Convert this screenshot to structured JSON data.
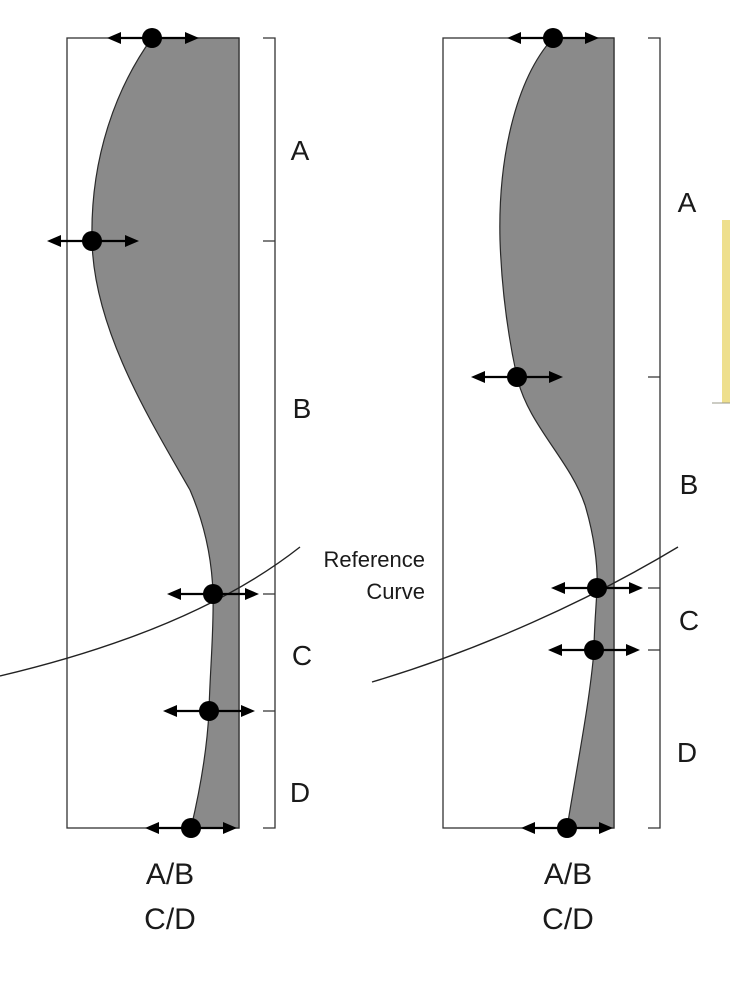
{
  "reference_label": [
    "Reference",
    "Curve"
  ],
  "left_panel": {
    "segments": [
      "A",
      "B",
      "C",
      "D"
    ],
    "caption": [
      "A/B",
      "C/D"
    ]
  },
  "right_panel": {
    "segments": [
      "A",
      "B",
      "C",
      "D"
    ],
    "caption": [
      "A/B",
      "C/D"
    ]
  },
  "colors": {
    "shape_fill": "#8a8a8a",
    "outline": "#333333",
    "handle": "#000000",
    "clipped_image_edge": "#f2e6a0"
  }
}
